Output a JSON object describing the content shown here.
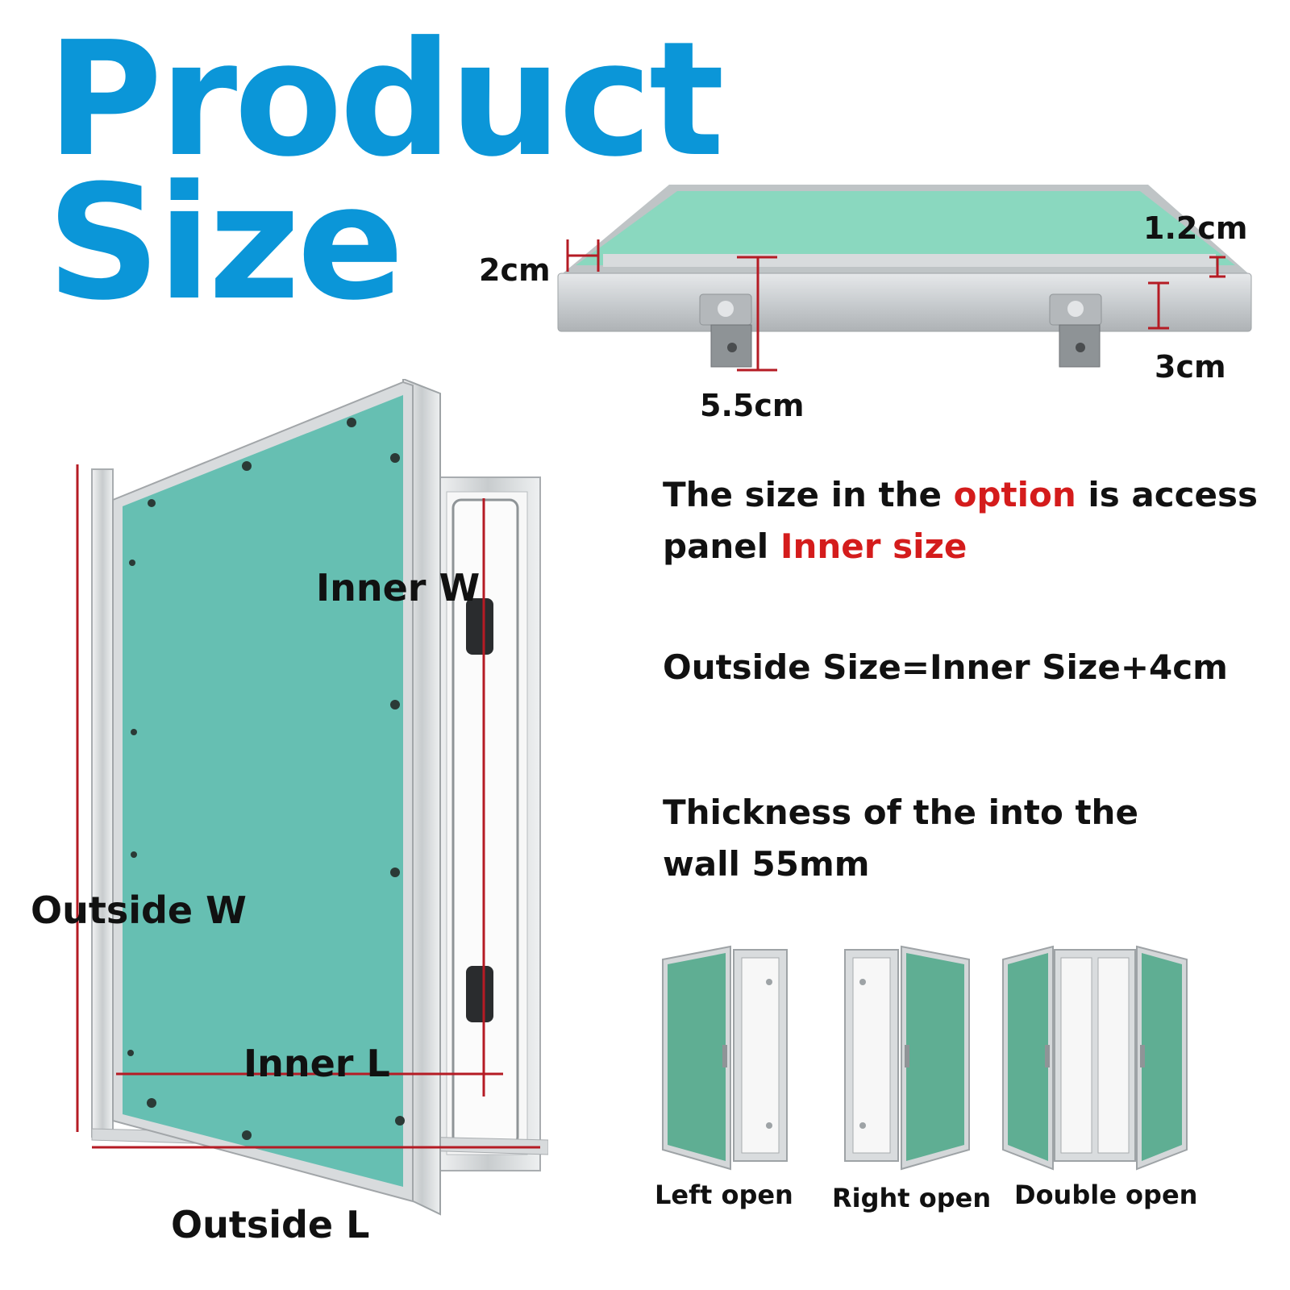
{
  "title": {
    "line1": "Product",
    "line2": "Size"
  },
  "side_view": {
    "dim_lip": "2cm",
    "dim_frame": "1.2cm",
    "dim_depth": "5.5cm",
    "dim_flange": "3cm"
  },
  "main_diagram": {
    "inner_w": "Inner W",
    "inner_l": "Inner L",
    "outside_w": "Outside W",
    "outside_l": "Outside L"
  },
  "info": {
    "line1_a": "The size in the",
    "line1_highlight": "option",
    "line1_b": "is access panel",
    "line1_highlight2": "Inner size",
    "line2": "Outside Size=Inner Size+4cm",
    "line3": "Thickness of the into the wall 55mm"
  },
  "variants": [
    {
      "label": "Left open"
    },
    {
      "label": "Right open"
    },
    {
      "label": "Double open"
    }
  ],
  "colors": {
    "title": "#0b96d8",
    "highlight": "#d41c1c",
    "panel_green": "#66bfb2",
    "frame_silver": "#cfd3d6",
    "measure_red": "#b51b24"
  }
}
